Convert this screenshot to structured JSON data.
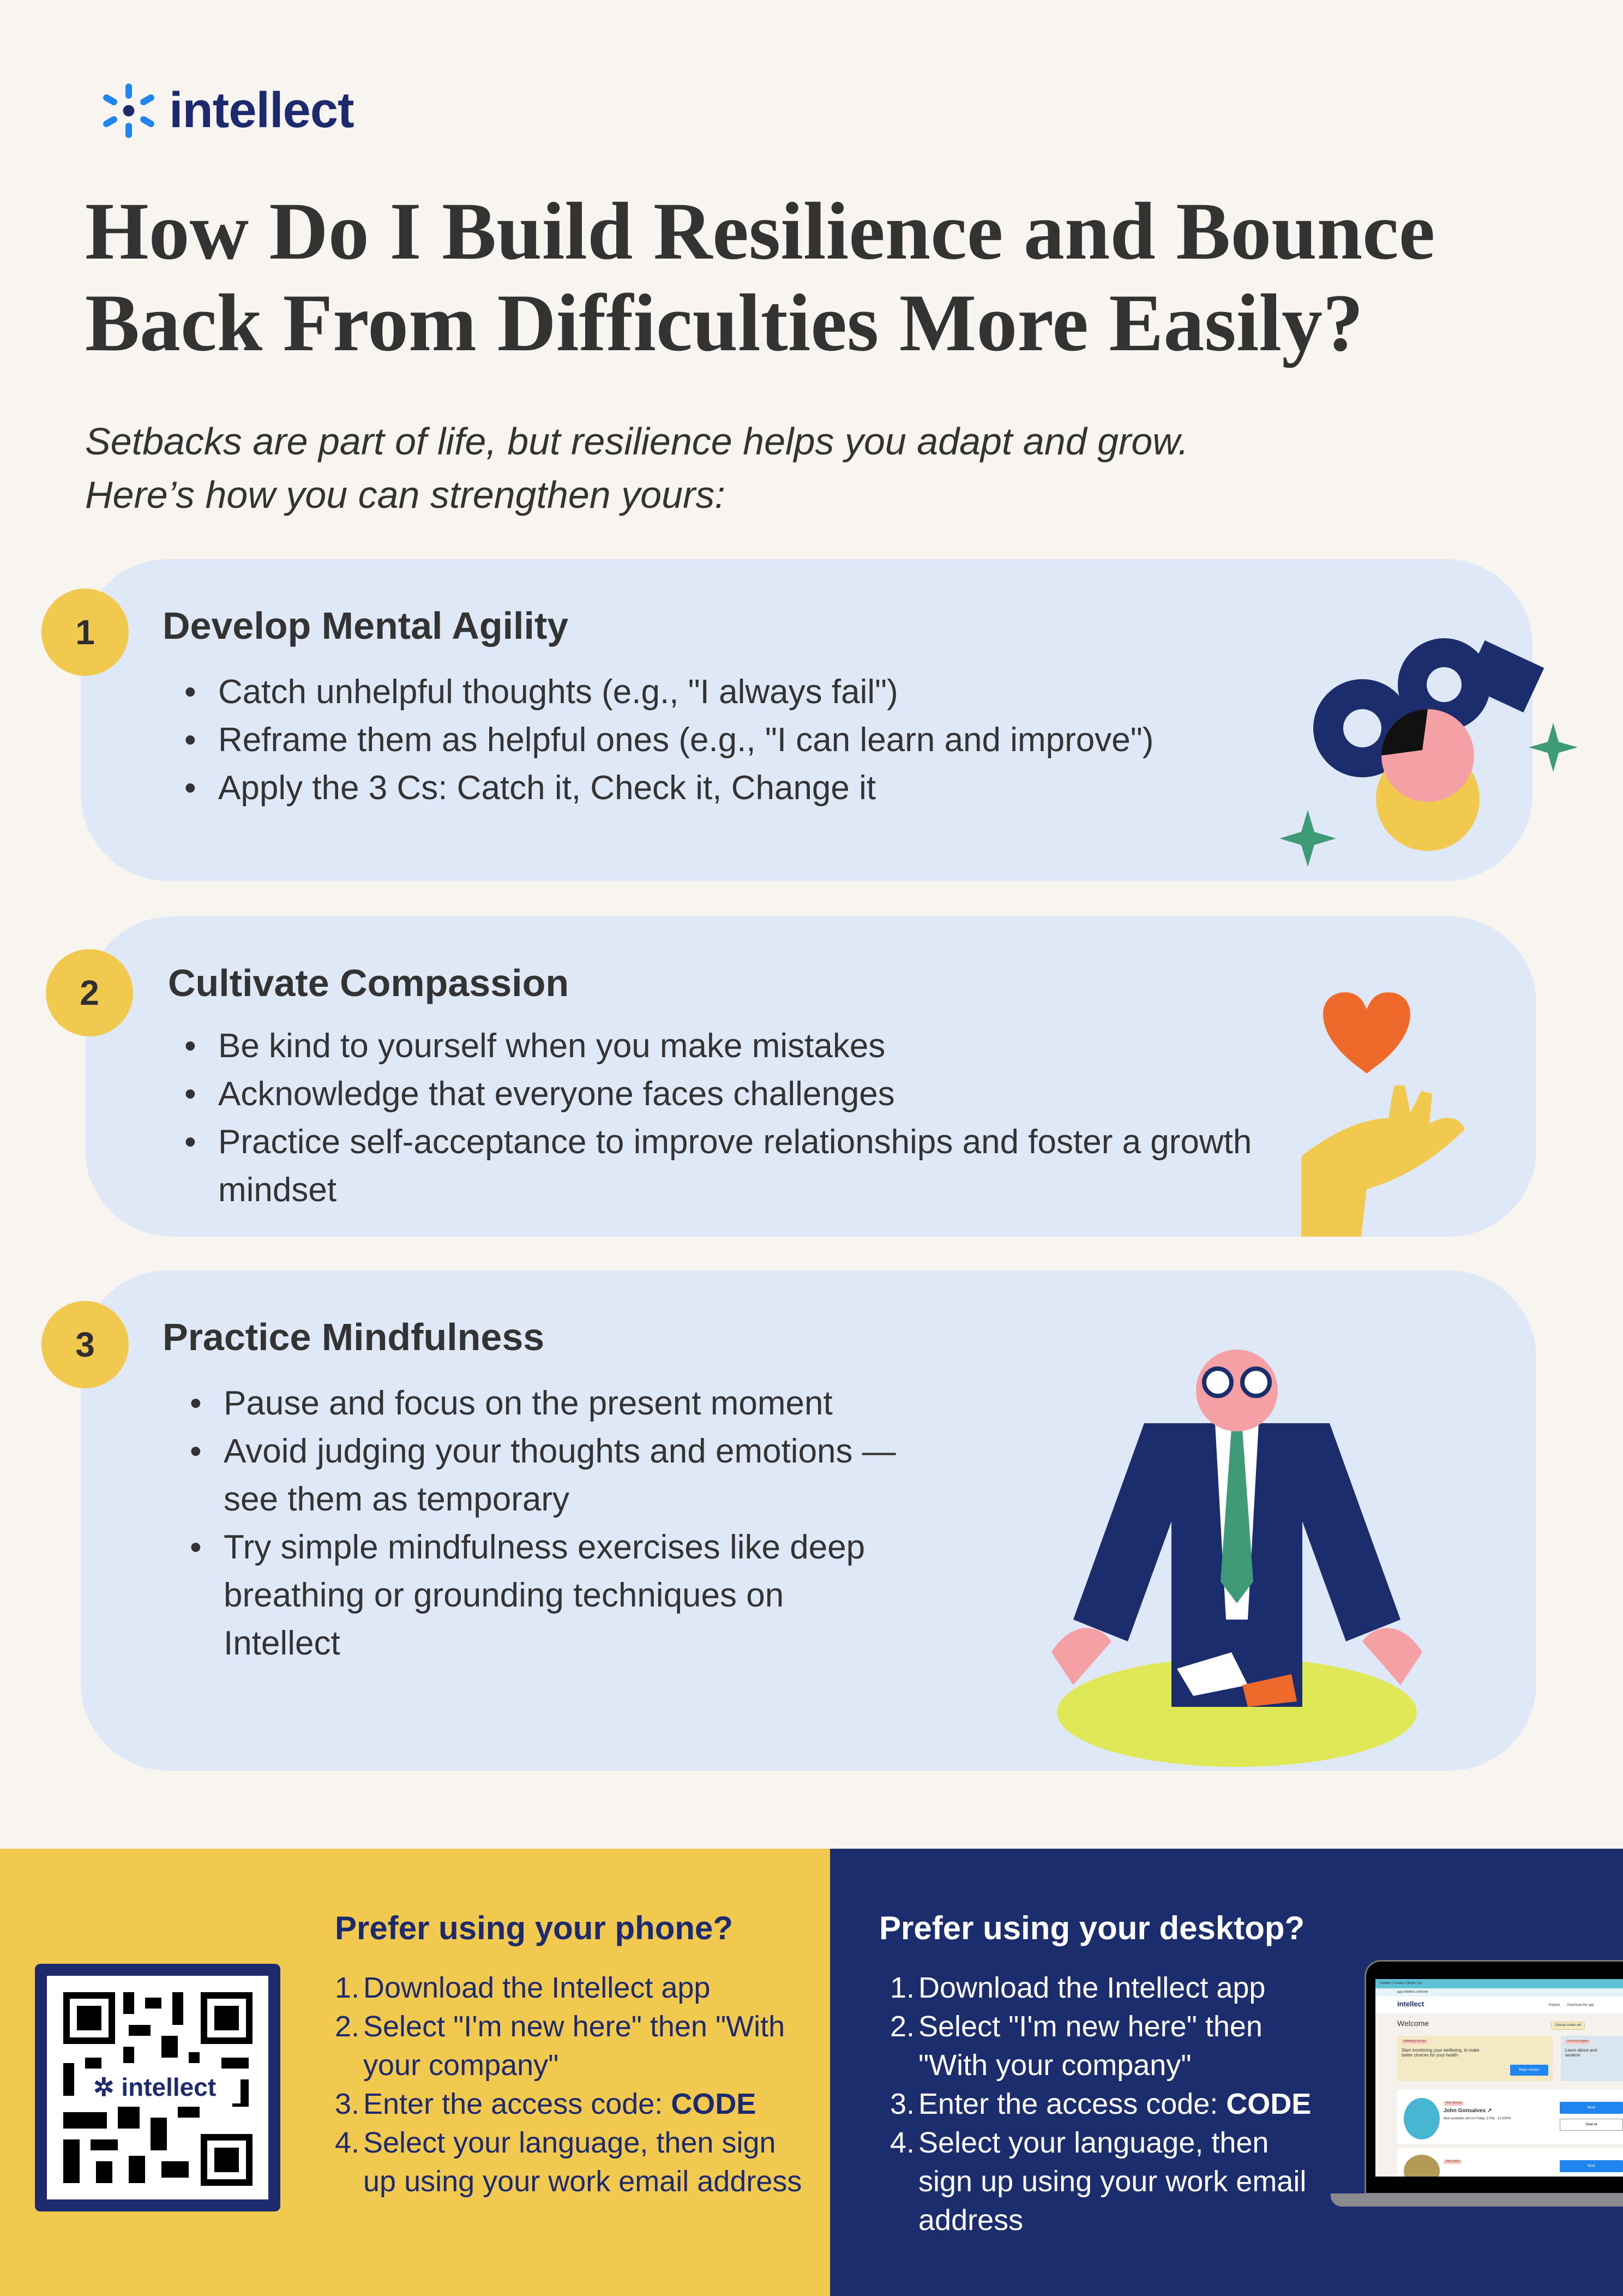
{
  "brand": {
    "name": "intellect"
  },
  "header": {
    "title_line1": "How Do I Build Resilience and Bounce",
    "title_line2": "Back From Difficulties More Easily?",
    "subtitle_line1": "Setbacks are part of life, but resilience helps you adapt and grow.",
    "subtitle_line2": "Here’s how you can strengthen yours:"
  },
  "sections": [
    {
      "number": "1",
      "title": "Develop Mental Agility",
      "bullets": [
        "Catch unhelpful thoughts (e.g., \"I always fail\")",
        "Reframe them as helpful ones (e.g., \"I can learn and improve\")",
        "Apply the 3 Cs: Catch it, Check it, Change it"
      ]
    },
    {
      "number": "2",
      "title": "Cultivate Compassion",
      "bullets": [
        "Be kind to yourself when you make mistakes",
        "Acknowledge that everyone faces challenges",
        "Practice self-acceptance to improve relationships and foster a growth mindset"
      ]
    },
    {
      "number": "3",
      "title": "Practice Mindfulness",
      "bullets": [
        "Pause and focus on the present moment",
        "Avoid judging your thoughts and emotions — see them as temporary",
        "Try simple mindfulness exercises like deep breathing or grounding techniques on Intellect"
      ]
    }
  ],
  "phone": {
    "heading": "Prefer using your phone?",
    "steps": [
      "Download the Intellect app",
      "Select \"I'm new here\" then \"With your company\"",
      "Enter the access code: ",
      "Select your language, then sign up using your work email address"
    ],
    "code": "CODE"
  },
  "desktop": {
    "heading": "Prefer using your desktop?",
    "steps": [
      "Download the Intellect app",
      "Select \"I'm new here\" then \"With your company\"",
      "Enter the access code: ",
      "Select your language, then sign up using your work email address"
    ],
    "code": "CODE"
  },
  "laptop_screen": {
    "tab": "Intellect | Create A Better You",
    "url": "app.intellect.co/home",
    "nav": [
      "Explore",
      "Download the app"
    ],
    "welcome": "Welcome",
    "credits": "Clinical credits left",
    "checkin_tag": "Wellbeing checkin",
    "checkin_text": "Start monitoring your wellbeing, to make better choices for your health",
    "checkin_button": "Begin checkin",
    "insights_tag": "Personal insights",
    "insights_text": "Learn about and weakne",
    "clinician_tag": "Your clinician",
    "clinician_name": "John Gonsalves ↗",
    "clinician_slot": "Next available slot on Friday, 2 Feb - 12:30PM",
    "book": "Book",
    "chat": "Chat wi",
    "coach_tag": "Your coach"
  },
  "colors": {
    "navy": "#1c2d6e",
    "yellow": "#f1c94e",
    "card": "#dfe8f7",
    "bg": "#f8f4ef",
    "accent_blue": "#2185f0"
  }
}
